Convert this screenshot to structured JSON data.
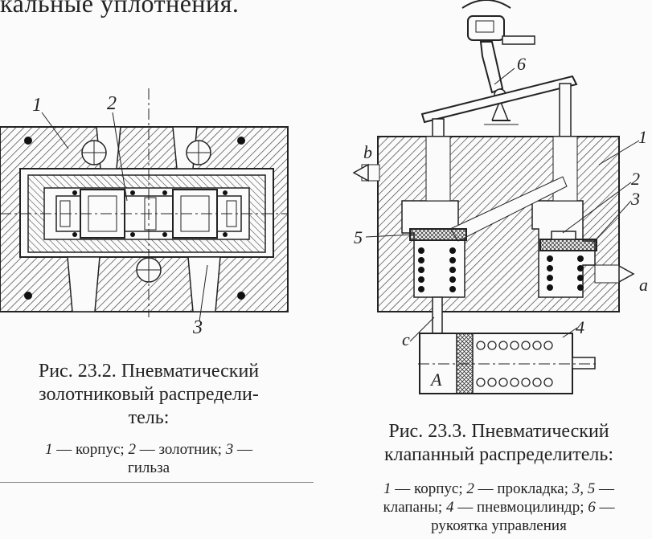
{
  "top_text": "кальные уплотнения.",
  "figure1": {
    "labels": {
      "n1": "1",
      "n2": "2",
      "n3": "3"
    },
    "caption_title": "Рис. 23.2. Пневматический золотниковый распредели-тель:",
    "caption_line1": "Рис. 23.2. Пневматический",
    "caption_line2": "золотниковый распредели-",
    "caption_line3": "тель:",
    "legend": [
      {
        "num": "1",
        "text": "— корпус;"
      },
      {
        "num": "2",
        "text": "— золотник;"
      },
      {
        "num": "3",
        "text": "—"
      },
      {
        "num": "",
        "text": "гильза"
      }
    ]
  },
  "figure2": {
    "labels": {
      "n1": "1",
      "n2": "2",
      "n3": "3",
      "n4": "4",
      "n5": "5",
      "n6": "6",
      "a": "a",
      "b": "b",
      "c": "c",
      "A": "A"
    },
    "caption_line1": "Рис. 23.3. Пневматический",
    "caption_line2": "клапанный распределитель:",
    "legend_line1": [
      {
        "num": "1",
        "text": "— корпус;"
      },
      {
        "num": "2",
        "text": "— прокладка;"
      },
      {
        "num": "3, 5",
        "text": "—"
      }
    ],
    "legend_line2": [
      {
        "num": "",
        "text": "клапаны;"
      },
      {
        "num": "4",
        "text": "— пневмоцилиндр;"
      },
      {
        "num": "6",
        "text": "—"
      }
    ],
    "legend_line3": "рукоятка управления"
  }
}
